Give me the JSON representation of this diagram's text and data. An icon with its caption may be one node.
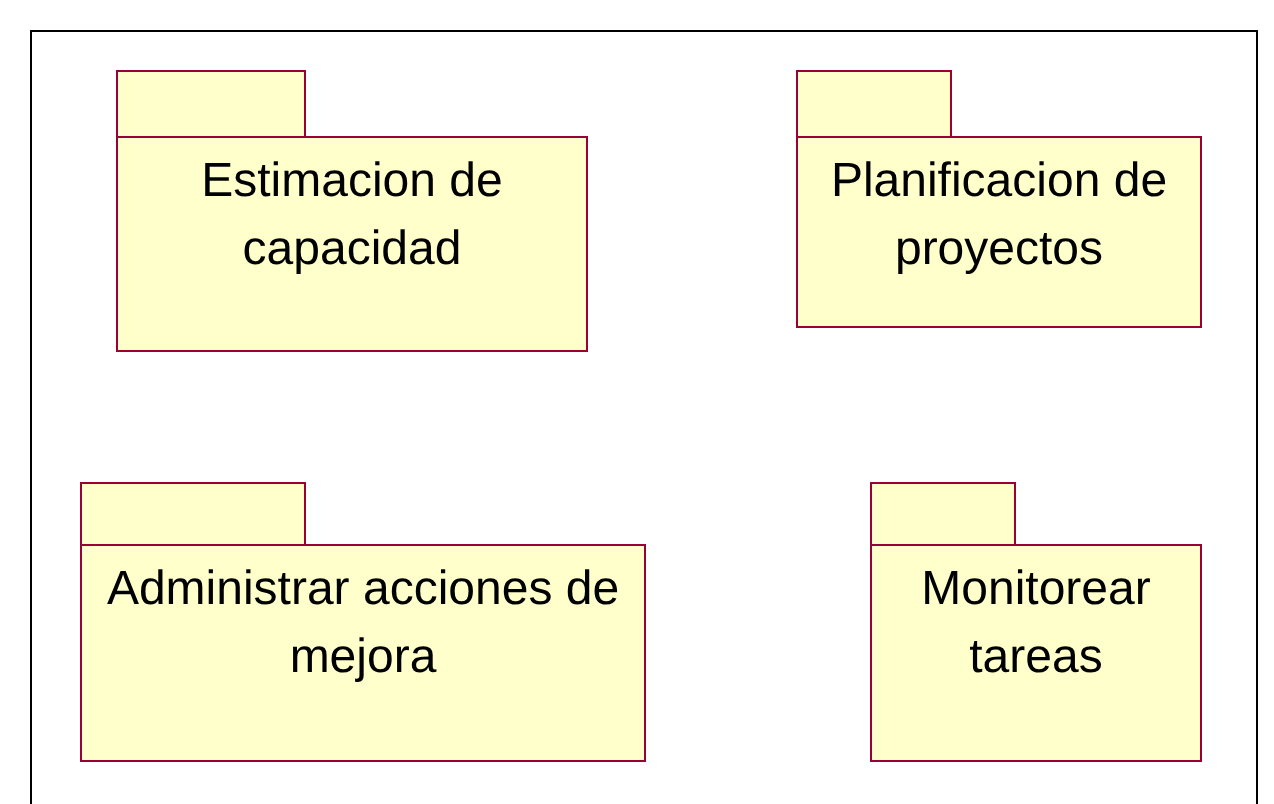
{
  "diagram": {
    "nodes": [
      {
        "text": [
          "Estimacion de capacidad"
        ]
      },
      {
        "text": [
          "Planificacion de proyectos"
        ]
      },
      {
        "text": [
          "Administrar acciones de mejora"
        ]
      },
      {
        "text": [
          "Monitorear tareas"
        ]
      }
    ]
  }
}
